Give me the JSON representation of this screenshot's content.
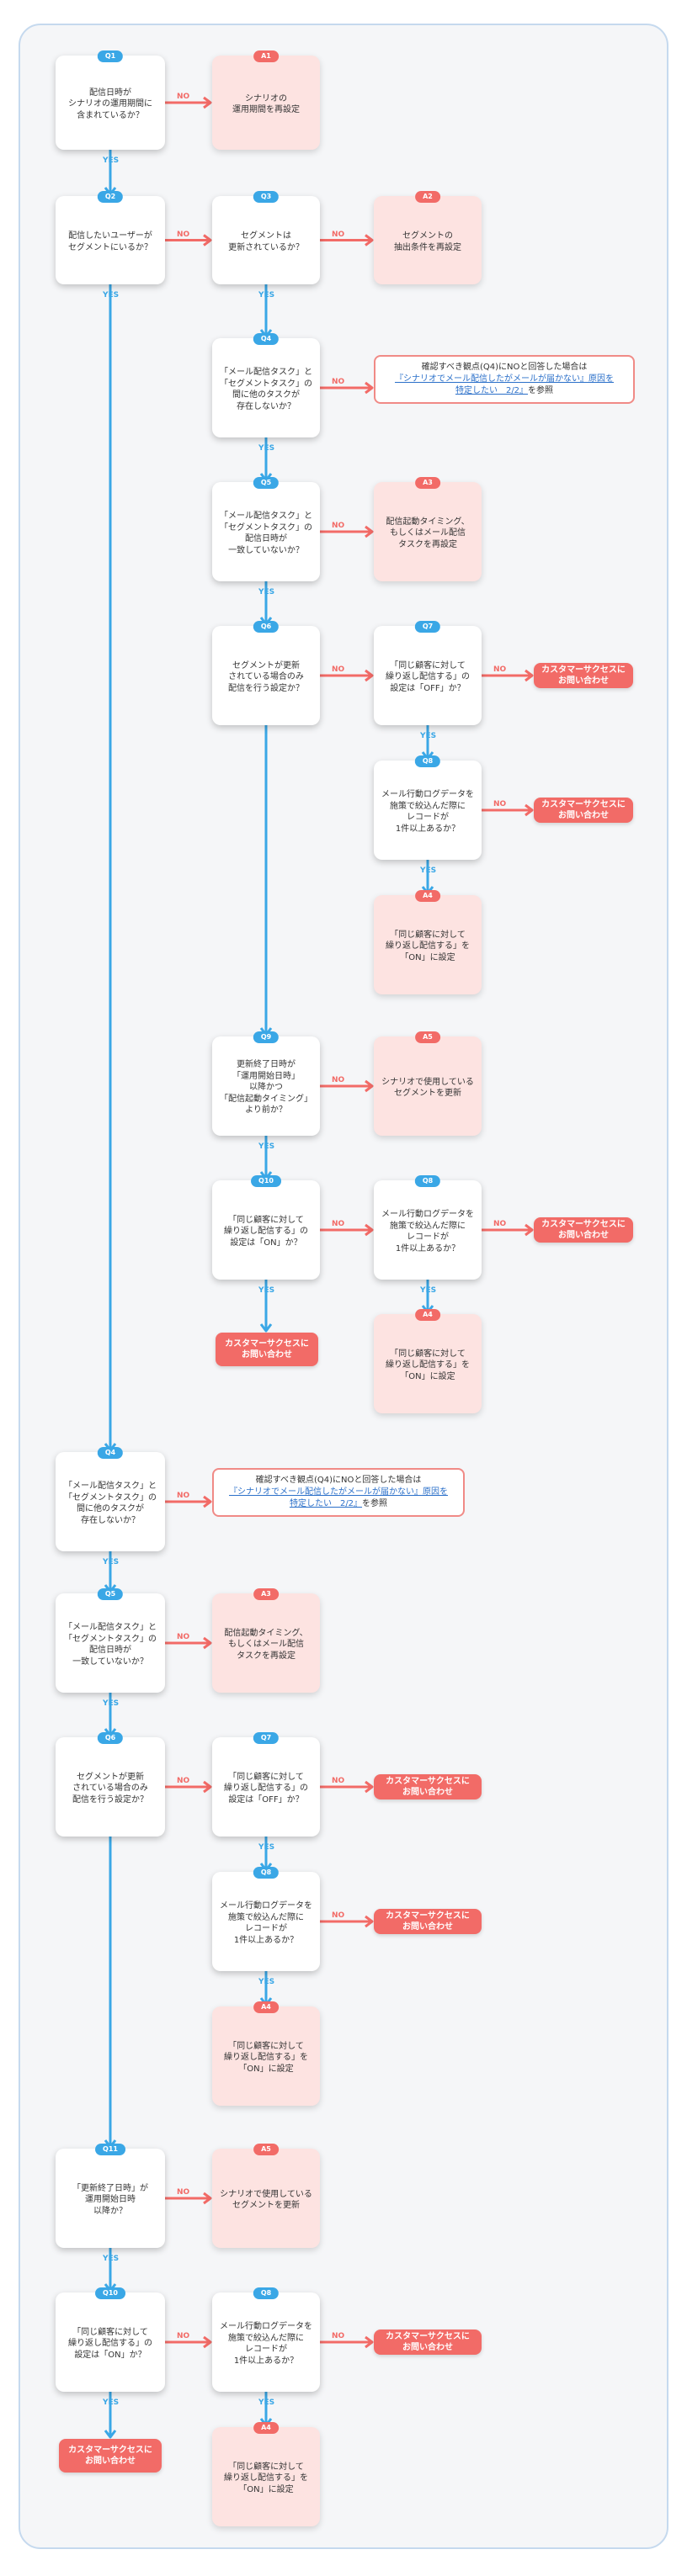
{
  "labels": {
    "yes": "YES",
    "no": "NO"
  },
  "nodes": {
    "q1": {
      "tag": "Q1",
      "text": "配信日時が\nシナリオの運用期間に\n含まれているか？"
    },
    "a1": {
      "tag": "A1",
      "text": "シナリオの\n運用期間を再設定"
    },
    "q2": {
      "tag": "Q2",
      "text": "配信したいユーザーが\nセグメントにいるか？"
    },
    "q3": {
      "tag": "Q3",
      "text": "セグメントは\n更新されているか？"
    },
    "a2": {
      "tag": "A2",
      "text": "セグメントの\n抽出条件を再設定"
    },
    "q4a": {
      "tag": "Q4",
      "text": "「メール配信タスク」と\n「セグメントタスク」の\n間に他のタスクが\n存在しないか？"
    },
    "q5a": {
      "tag": "Q5",
      "text": "「メール配信タスク」と\n「セグメントタスク」の\n配信日時が\n一致していないか？"
    },
    "a3a": {
      "tag": "A3",
      "text": "配信起動タイミング、\nもしくはメール配信\nタスクを再設定"
    },
    "q6a": {
      "tag": "Q6",
      "text": "セグメントが更新\nされている場合のみ\n配信を行う設定か？"
    },
    "q7a": {
      "tag": "Q7",
      "text": "「同じ顧客に対して\n繰り返し配信する」の\n設定は「OFF」か？"
    },
    "q8a": {
      "tag": "Q8",
      "text": "メール行動ログデータを\n施策で絞込んだ際に\nレコードが\n1件以上あるか？"
    },
    "a4a": {
      "tag": "A4",
      "text": "「同じ顧客に対して\n繰り返し配信する」を\n「ON」に設定"
    },
    "q9": {
      "tag": "Q9",
      "text": "更新終了日時が\n「運用開始日時」\n以降かつ\n「配信起動タイミング」\nより前か？"
    },
    "a5a": {
      "tag": "A5",
      "text": "シナリオで使用している\nセグメントを更新"
    },
    "q10a": {
      "tag": "Q10",
      "text": "「同じ顧客に対して\n繰り返し配信する」の\n設定は「ON」か？"
    },
    "q8b": {
      "tag": "Q8",
      "text": "メール行動ログデータを\n施策で絞込んだ際に\nレコードが\n1件以上あるか？"
    },
    "a4b": {
      "tag": "A4",
      "text": "「同じ顧客に対して\n繰り返し配信する」を\n「ON」に設定"
    },
    "q4b": {
      "tag": "Q4",
      "text": "「メール配信タスク」と\n「セグメントタスク」の\n間に他のタスクが\n存在しないか？"
    },
    "q5b": {
      "tag": "Q5",
      "text": "「メール配信タスク」と\n「セグメントタスク」の\n配信日時が\n一致していないか？"
    },
    "a3b": {
      "tag": "A3",
      "text": "配信起動タイミング、\nもしくはメール配信\nタスクを再設定"
    },
    "q6b": {
      "tag": "Q6",
      "text": "セグメントが更新\nされている場合のみ\n配信を行う設定か？"
    },
    "q7b": {
      "tag": "Q7",
      "text": "「同じ顧客に対して\n繰り返し配信する」の\n設定は「OFF」か？"
    },
    "q8c": {
      "tag": "Q8",
      "text": "メール行動ログデータを\n施策で絞込んだ際に\nレコードが\n1件以上あるか？"
    },
    "a4c": {
      "tag": "A4",
      "text": "「同じ顧客に対して\n繰り返し配信する」を\n「ON」に設定"
    },
    "q11": {
      "tag": "Q11",
      "text": "「更新終了日時」が\n運用開始日時\n以降か？"
    },
    "a5b": {
      "tag": "A5",
      "text": "シナリオで使用している\nセグメントを更新"
    },
    "q10b": {
      "tag": "Q10",
      "text": "「同じ顧客に対して\n繰り返し配信する」の\n設定は「ON」か？"
    },
    "q8d": {
      "tag": "Q8",
      "text": "メール行動ログデータを\n施策で絞込んだ際に\nレコードが\n1件以上あるか？"
    },
    "a4d": {
      "tag": "A4",
      "text": "「同じ顧客に対して\n繰り返し配信する」を\n「ON」に設定"
    }
  },
  "info": {
    "line1": "確認すべき観点(Q4)にNOと回答した場合は",
    "link": "『シナリオでメール配信したがメールが届かない』原因を\n特定したい　2/2』",
    "line3": "を参照"
  },
  "cta": "カスタマーサクセスに\nお問い合わせ",
  "colors": {
    "question_tag": "#3aa7e6",
    "answer_tag": "#f26b67",
    "answer_bg": "#fde3e1",
    "yes_line": "#3aa7e6",
    "no_line": "#f26b67",
    "frame": "#c5d9ee"
  }
}
